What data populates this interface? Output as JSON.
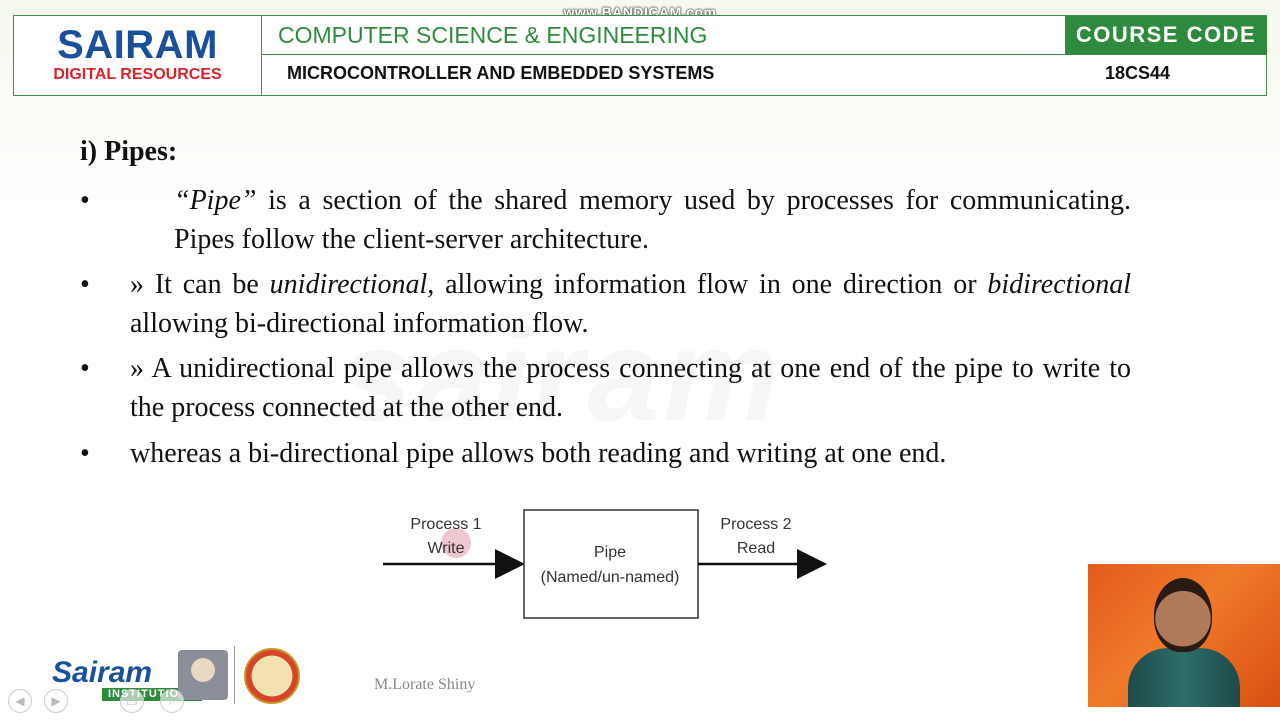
{
  "recorder_watermark": "www.BANDICAM.com",
  "header": {
    "logo_main": "SAIRAM",
    "logo_sub": "DIGITAL RESOURCES",
    "department": "COMPUTER SCIENCE & ENGINEERING",
    "course_code_label": "COURSE CODE",
    "subject": "MICROCONTROLLER AND EMBEDDED SYSTEMS",
    "course_code": "18CS44"
  },
  "background_watermark": "sairam",
  "slide": {
    "heading": "i) Pipes:",
    "bullet_glyph": "•",
    "bullets": [
      {
        "part1": "“Pipe”",
        "part2": " is a section of the shared memory used by processes for communicating. Pipes follow the client-server architecture."
      },
      {
        "part1": "» It can be ",
        "part2": "unidirectional",
        "part3": ", allowing information flow in one  direction or ",
        "part4": "bidirectional",
        "part5": " allowing bi-directional information flow."
      },
      {
        "text": "» A unidirectional pipe allows the process connecting at one end of the pipe to  write to the process connected at the other end."
      },
      {
        "text": "whereas a bi-directional pipe allows both reading and writing at one end."
      }
    ]
  },
  "diagram": {
    "left_label_1": "Process 1",
    "left_label_2": "Write",
    "box_label_1": "Pipe",
    "box_label_2": "(Named/un-named)",
    "right_label_1": "Process 2",
    "right_label_2": "Read"
  },
  "footer": {
    "logo": "Sairam",
    "logo_sub": "INSTITUTIONS",
    "author": "M.Lorate Shiny"
  },
  "icons": {
    "nav": [
      "back-icon",
      "forward-icon",
      "copy-icon",
      "search-icon"
    ]
  },
  "colors": {
    "brand_blue": "#1a4f9c",
    "brand_red": "#d8232a",
    "brand_green": "#2e8b3e"
  }
}
